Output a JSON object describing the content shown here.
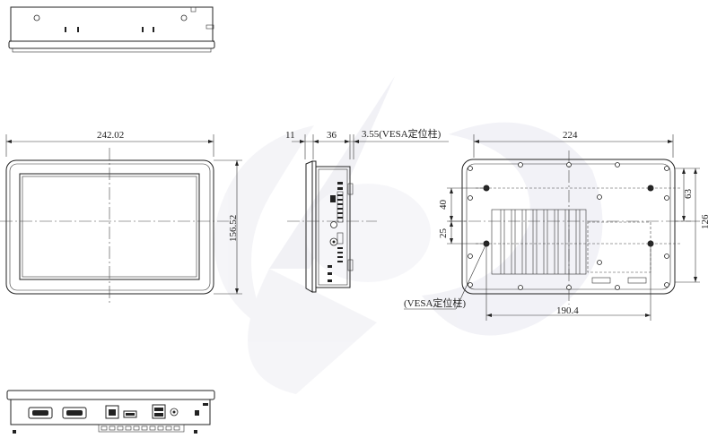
{
  "dimensions": {
    "front_width": "242.02",
    "front_height": "156.52",
    "side_depth_front": "11",
    "side_depth_body": "36",
    "side_vesa": "3.55(VESA定位柱)",
    "rear_width": "224",
    "rear_height": "126",
    "rear_vesa_offset": "63",
    "rear_left_upper": "40",
    "rear_left_lower": "25",
    "rear_bottom_width": "190.4",
    "rear_vesa_label": "(VESA定位柱)"
  },
  "colors": {
    "line": "#222222",
    "watermark": "#e8e8f0"
  }
}
